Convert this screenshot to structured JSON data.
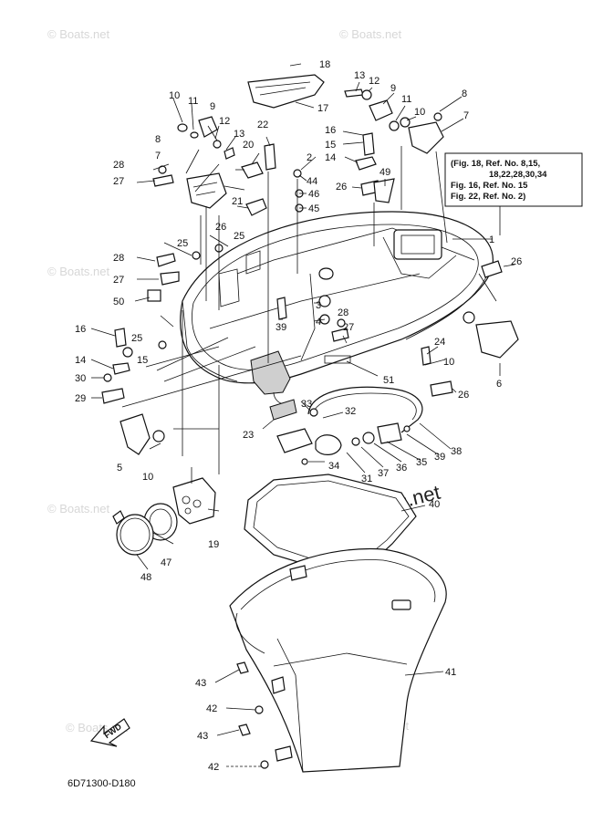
{
  "watermark": "© Boats.net",
  "diagram_code": "6D71300-D180",
  "fwd_label": "FWD",
  "note_lines": [
    "(Fig. 18, Ref. No. 8,15,",
    "18,22,28,30,34",
    "Fig. 16, Ref. No. 15",
    "Fig. 22, Ref. No. 2)"
  ],
  "callouts": [
    "1",
    "2",
    "3",
    "4",
    "5",
    "6",
    "7",
    "8",
    "9",
    "10",
    "11",
    "12",
    "13",
    "14",
    "15",
    "16",
    "17",
    "18",
    "19",
    "20",
    "21",
    "22",
    "23",
    "24",
    "25",
    "26",
    "27",
    "28",
    "29",
    "30",
    "31",
    "32",
    "33",
    "34",
    "35",
    "36",
    "37",
    "38",
    "39",
    "40",
    "41",
    "42",
    "43",
    "44",
    "45",
    "46",
    "47",
    "48",
    "49",
    "50",
    "51"
  ]
}
